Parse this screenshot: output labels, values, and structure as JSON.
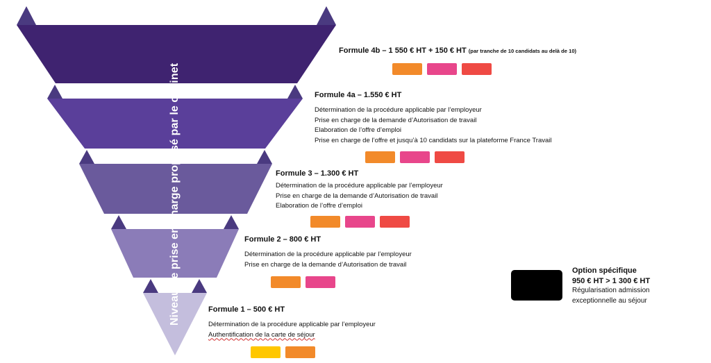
{
  "colors": {
    "level5": "#3f2370",
    "level4": "#5a3f9a",
    "level3": "#6a5a9c",
    "level2": "#8b7cb8",
    "level1": "#c4bedd",
    "arrow": "#4a3a80",
    "orange": "#f28a2a",
    "pink": "#e8468b",
    "red": "#ef4a44",
    "yellow": "#ffc700",
    "black": "#000000"
  },
  "axis_label": "Niveau de prise en charge proposé par le cabinet",
  "formules": [
    {
      "title": "Formule 4b – 1 550 € HT + 150 € HT",
      "note": "(par tranche de 10 candidats au delà de 10)",
      "lines": [],
      "chips": [
        "orange",
        "pink",
        "red"
      ]
    },
    {
      "title": "Formule 4a – 1.550 € HT",
      "lines": [
        "Détermination de la procédure applicable par l’employeur",
        "Prise en charge de la demande d’Autorisation de travail",
        "Elaboration de l’offre d’emploi",
        "Prise en charge de l’offre et jusqu’à 10 candidats sur la plateforme France Travail"
      ],
      "chips": [
        "orange",
        "pink",
        "red"
      ]
    },
    {
      "title": "Formule 3 – 1.300 € HT",
      "lines": [
        "Détermination de la procédure applicable par l’employeur",
        "Prise en charge de la demande d’Autorisation de travail",
        "Elaboration de l’offre d’emploi"
      ],
      "chips": [
        "orange",
        "pink",
        "red"
      ]
    },
    {
      "title": "Formule 2 – 800 € HT",
      "lines": [
        "Détermination de la procédure applicable par l’employeur",
        "Prise en charge de la demande d’Autorisation de travail"
      ],
      "chips": [
        "orange",
        "pink"
      ]
    },
    {
      "title": "Formule 1 – 500 € HT",
      "lines": [
        "Détermination de la procédure applicable par l’employeur",
        "Authentification de la carte de séjour"
      ],
      "chips": [
        "yellow",
        "orange"
      ]
    }
  ],
  "option": {
    "title": "Option spécifique",
    "price": "950 € HT > 1 300 € HT",
    "desc1": "Régularisation admission",
    "desc2": "exceptionnelle au séjour"
  }
}
